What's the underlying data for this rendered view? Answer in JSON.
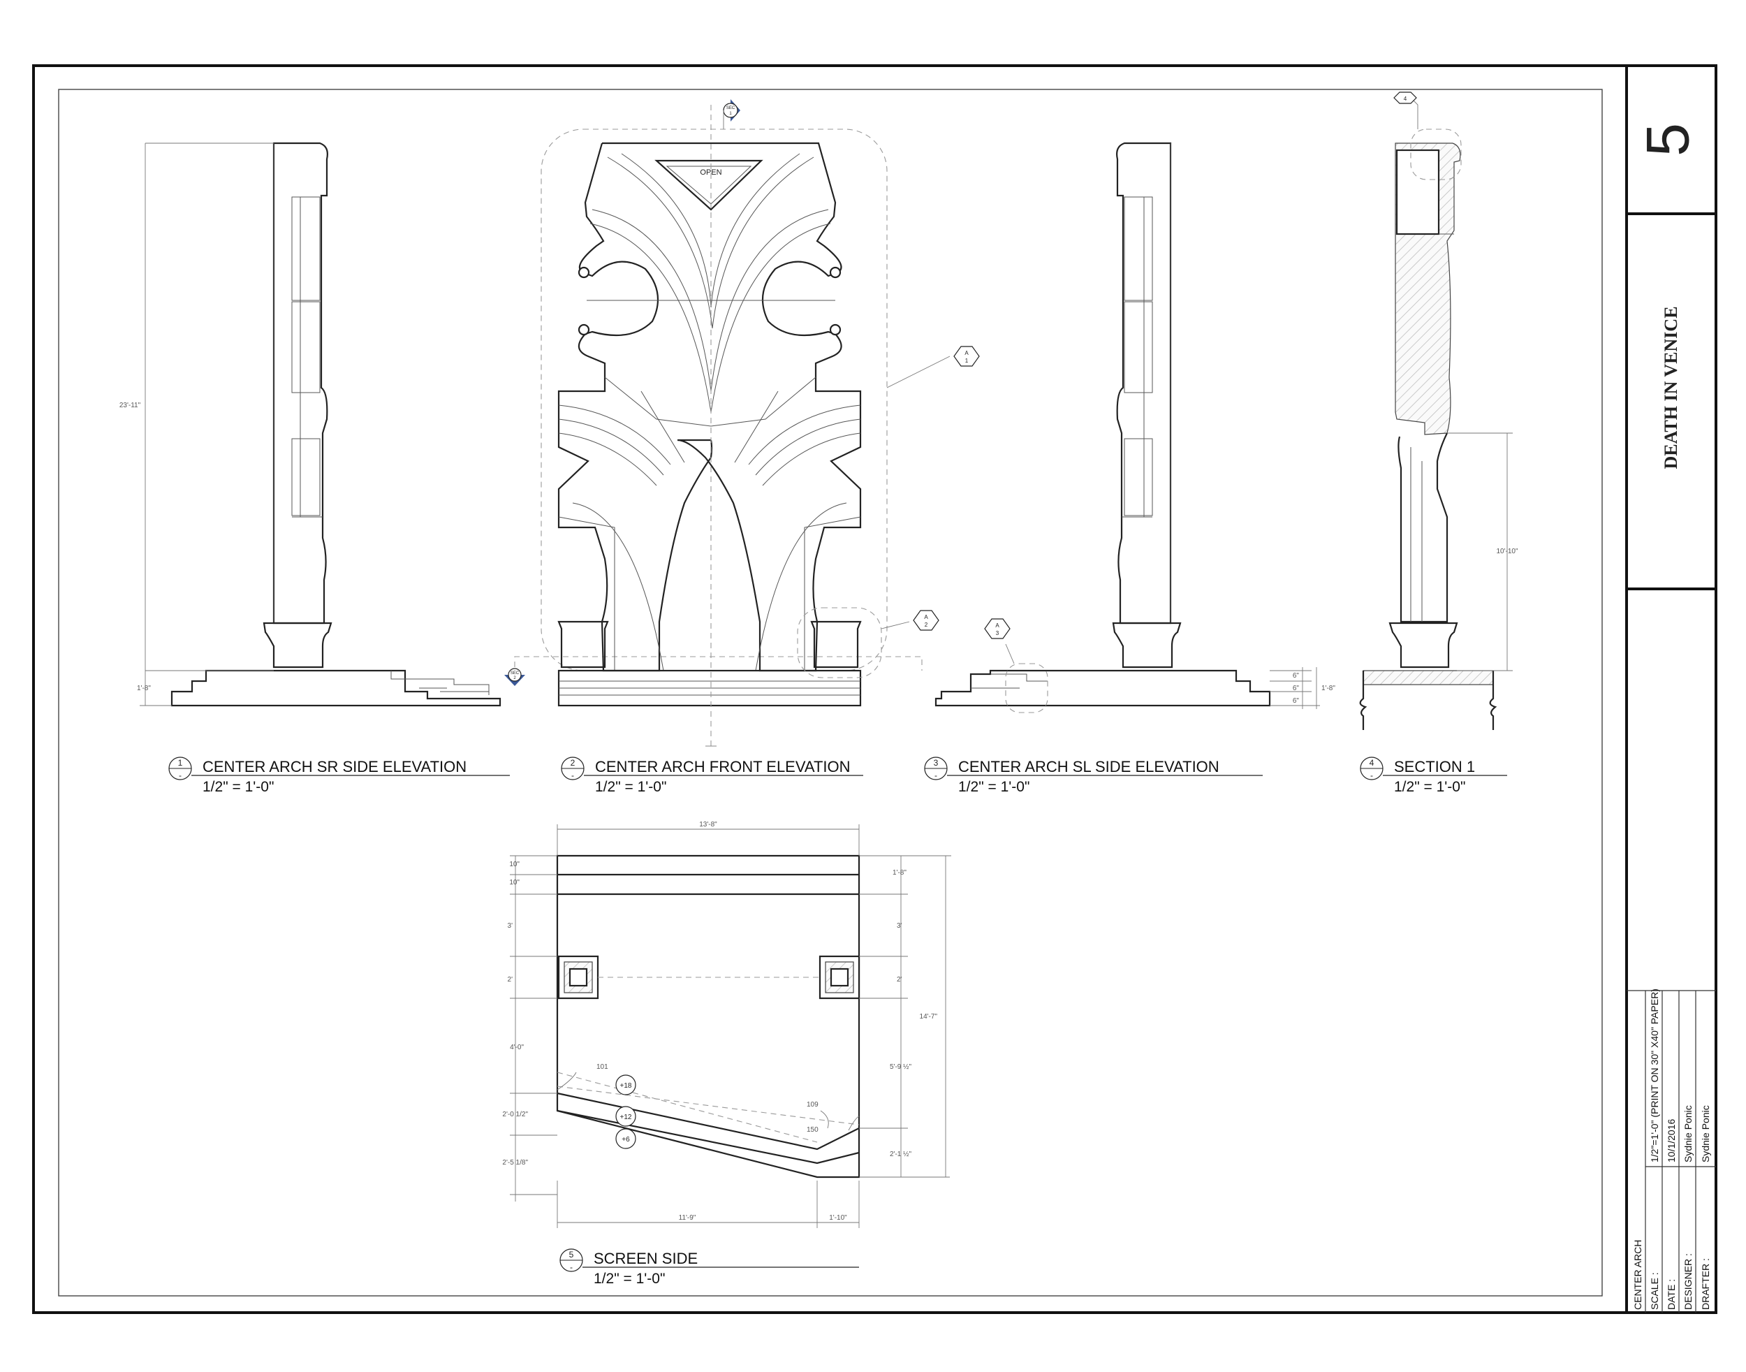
{
  "sheet": {
    "number": "5",
    "project": "DEATH IN VENICE",
    "title_block": {
      "title": "CENTER ARCH",
      "scale_label": "SCALE :",
      "scale_value": "1/2\"=1'-0\" (PRINT ON 30\" X40\" PAPER)",
      "date_label": "DATE :",
      "date_value": "10/1/2016",
      "designer_label": "DESIGNER :",
      "designer_value": "Sydnie Ponic",
      "drafter_label": "DRAFTER :",
      "drafter_value": "Sydnie Ponic"
    }
  },
  "views": [
    {
      "number": "1",
      "sub": "-",
      "title": "CENTER ARCH SR SIDE ELEVATION",
      "scale": "1/2\" = 1'-0\""
    },
    {
      "number": "2",
      "sub": "-",
      "title": "CENTER ARCH FRONT ELEVATION",
      "scale": "1/2\" = 1'-0\""
    },
    {
      "number": "3",
      "sub": "-",
      "title": "CENTER ARCH SL SIDE ELEVATION",
      "scale": "1/2\" = 1'-0\""
    },
    {
      "number": "4",
      "sub": "-",
      "title": "SECTION 1",
      "scale": "1/2\" = 1'-0\""
    },
    {
      "number": "5",
      "sub": "-",
      "title": "SCREEN SIDE",
      "scale": "1/2\" = 1'-0\""
    }
  ],
  "callouts": {
    "open_label": "OPEN",
    "sec_top": {
      "top": "SEC",
      "bottom": "1"
    },
    "sec_base": {
      "top": "SEC",
      "bottom": "2"
    },
    "detail_a1": {
      "top": "A",
      "bottom": "1"
    },
    "detail_a2": {
      "top": "A",
      "bottom": "2"
    },
    "detail_a3": {
      "top": "A",
      "bottom": "3"
    },
    "detail_4": "4"
  },
  "dimensions": {
    "v1_height": "23'-11\"",
    "v1_base": "1'-8\"",
    "v3_step1": "6\"",
    "v3_step2": "6\"",
    "v3_step3": "6\"",
    "v3_total": "1'-8\"",
    "v4_height": "10'-10\"",
    "v5_width": "13'-8\"",
    "v5_left": [
      "10\"",
      "10\"",
      "3'",
      "2'",
      "4'-0\"",
      "2'-0 1/2\"",
      "2'-5 1/8\""
    ],
    "v5_right": [
      "1'-8\"",
      "3'",
      "2'",
      "5'-9 ½\"",
      "2'-1 ½\""
    ],
    "v5_total_height": "14'-7\"",
    "v5_bottom_left": "11'-9\"",
    "v5_bottom_right": "1'-10\"",
    "v5_angle_101": "101",
    "v5_angle_109": "109",
    "v5_angle_150": "150",
    "v5_circle_1": "+18",
    "v5_circle_2": "+12",
    "v5_circle_3": "+6"
  }
}
